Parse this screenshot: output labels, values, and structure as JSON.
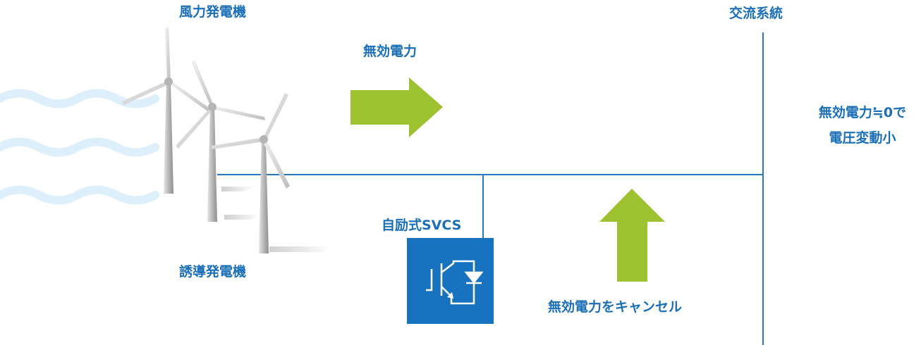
{
  "labels": {
    "wind_generator": "風力発電機",
    "induction_generator": "誘導発電機",
    "reactive_power": "無効電力",
    "ac_grid": "交流系統",
    "svcs": "自励式SVCS",
    "cancel_reactive": "無効電力をキャンセル",
    "note_line1": "無効電力≒0で",
    "note_line2": "電圧変動小"
  },
  "colors": {
    "text": "#1a6fb8",
    "line": "#2a78c2",
    "arrow": "#9dc22f",
    "svcs_box": "#1773c0",
    "wind": "#dceffb",
    "turbine": "#c8c8c8"
  },
  "icons": {
    "svcs_symbol": "igbt-diode-icon"
  }
}
